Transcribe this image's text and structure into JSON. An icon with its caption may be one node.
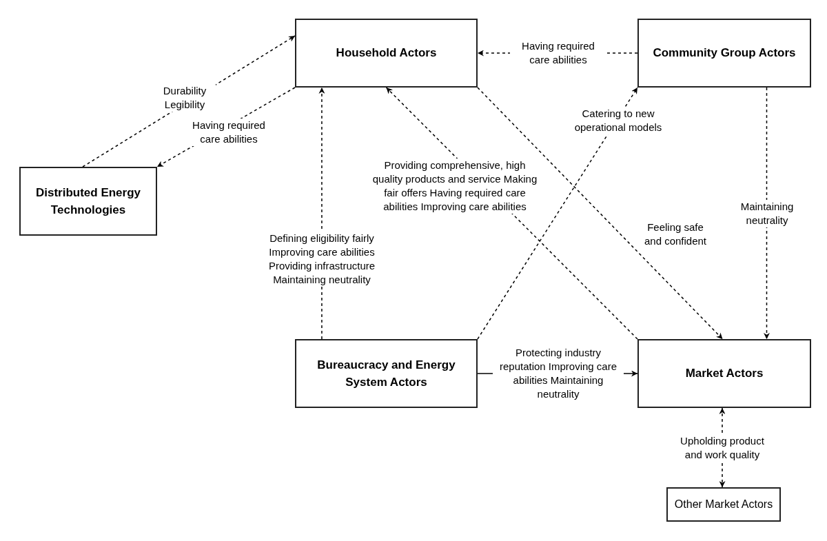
{
  "diagram": {
    "nodes": [
      {
        "text": [
          "Household Actors"
        ]
      },
      {
        "text": [
          "Community Group Actors"
        ]
      },
      {
        "text": [
          "Distributed Energy Technologies"
        ]
      },
      {
        "text": [
          "Bureaucracy and Energy System Actors"
        ]
      },
      {
        "text": [
          "Market Actors"
        ]
      },
      {
        "text": [
          "Other Market Actors"
        ]
      }
    ],
    "edges": [
      {
        "from": 2,
        "to": 0,
        "arrow": "to",
        "label": "Durability Legibility",
        "style": "dashed"
      },
      {
        "from": 0,
        "to": 2,
        "arrow": "to",
        "label": "Having required care abilities",
        "style": "dashed"
      },
      {
        "from": 1,
        "to": 0,
        "arrow": "to",
        "label": "Having required care abilities",
        "style": "dashed"
      },
      {
        "from": 3,
        "to": 0,
        "arrow": "to",
        "label": "Defining eligibility fairly Improving care abilities Providing infrastructure Maintaining neutrality",
        "style": "dashed"
      },
      {
        "from": 4,
        "to": 0,
        "arrow": "to",
        "label": "Providing comprehensive, high quality products and service Making fair offers Having required care abilities Improving care abilities",
        "style": "dashed"
      },
      {
        "from": 3,
        "to": 1,
        "arrow": "to",
        "label": "Catering to new operational models",
        "style": "dashed"
      },
      {
        "from": 0,
        "to": 4,
        "arrow": "to",
        "label": "Feeling safe and confident",
        "style": "dashed"
      },
      {
        "from": 1,
        "to": 4,
        "arrow": "to",
        "label": "Maintaining neutrality",
        "style": "dashed"
      },
      {
        "from": 3,
        "to": 4,
        "arrow": "to",
        "label": "Protecting industry reputation Improving care abilities Maintaining neutrality"
      },
      {
        "from": 4,
        "to": 5,
        "arrow": "both",
        "label": "Upholding product and work quality",
        "style": "dashed"
      }
    ]
  }
}
